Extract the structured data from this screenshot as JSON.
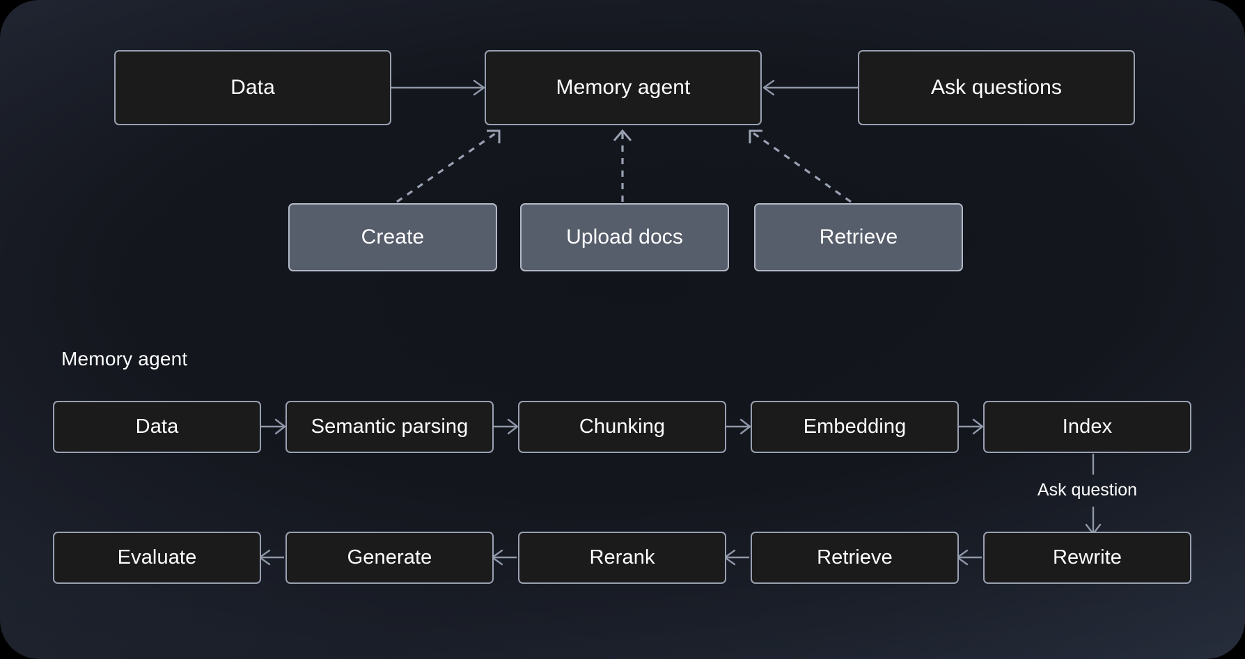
{
  "diagram": {
    "background_outer": "#000000",
    "accent_box_fill": "#565d6b",
    "dark_box_fill": "#1b1b1b",
    "border_color": "#9aa2b3",
    "line_color": "#8f97a8",
    "text_color": "#ffffff",
    "top_section": {
      "nodes": [
        {
          "id": "data",
          "label": "Data",
          "style": "dark"
        },
        {
          "id": "memory-agent",
          "label": "Memory agent",
          "style": "dark"
        },
        {
          "id": "ask-questions",
          "label": "Ask questions",
          "style": "dark"
        },
        {
          "id": "create",
          "label": "Create",
          "style": "light"
        },
        {
          "id": "upload-docs",
          "label": "Upload docs",
          "style": "light"
        },
        {
          "id": "retrieve",
          "label": "Retrieve",
          "style": "light"
        }
      ]
    },
    "bottom_section": {
      "title": "Memory agent",
      "pipeline_top": [
        {
          "id": "data",
          "label": "Data"
        },
        {
          "id": "semantic-parsing",
          "label": "Semantic parsing"
        },
        {
          "id": "chunking",
          "label": "Chunking"
        },
        {
          "id": "embedding",
          "label": "Embedding"
        },
        {
          "id": "index",
          "label": "Index"
        }
      ],
      "pipeline_bottom": [
        {
          "id": "evaluate",
          "label": "Evaluate"
        },
        {
          "id": "generate",
          "label": "Generate"
        },
        {
          "id": "rerank",
          "label": "Rerank"
        },
        {
          "id": "retrieve",
          "label": "Retrieve"
        },
        {
          "id": "rewrite",
          "label": "Rewrite"
        }
      ],
      "connector_label": "Ask question"
    }
  }
}
